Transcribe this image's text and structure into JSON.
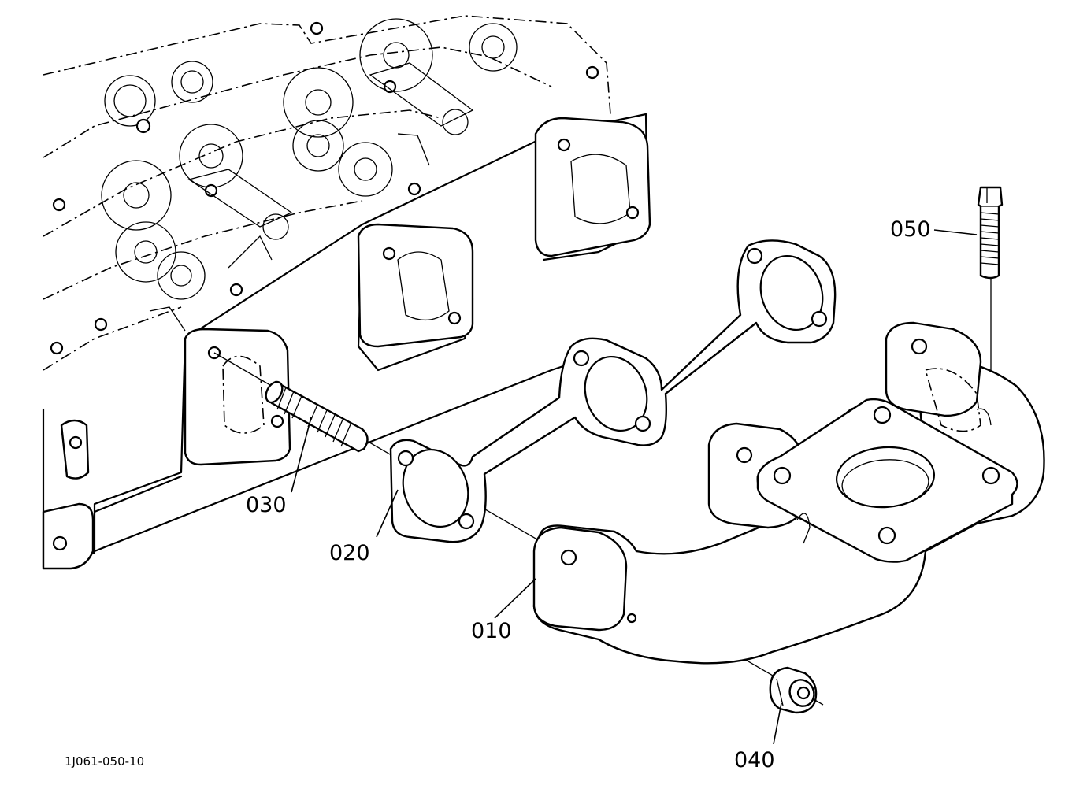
{
  "callouts": {
    "p010": "010",
    "p020": "020",
    "p030": "030",
    "p040": "040",
    "p050": "050"
  },
  "drawing_code": "1J061-050-10"
}
